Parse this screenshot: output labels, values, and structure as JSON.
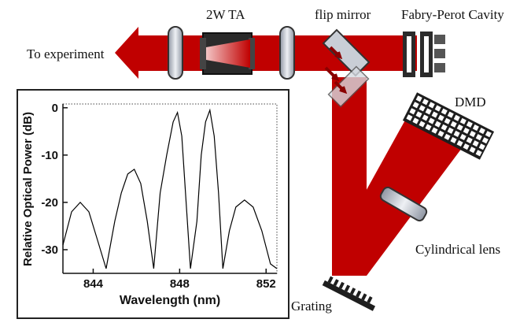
{
  "labels": {
    "ta": "2W TA",
    "flip_mirror": "flip mirror",
    "fabry_perot": "Fabry-Perot Cavity",
    "to_experiment": "To experiment",
    "dmd": "DMD",
    "cylindrical_lens": "Cylindrical lens",
    "grating": "Grating"
  },
  "colors": {
    "beam": "#c00000",
    "beam_dark": "#8a0000",
    "lens": "#c9ced6",
    "ta_body": "#2b2b2b"
  },
  "chart_data": {
    "type": "line",
    "xlabel": "Wavelength (nm)",
    "ylabel": "Relative Optical Power (dB)",
    "xlim": [
      842.6,
      852.5
    ],
    "ylim": [
      -35,
      0.8
    ],
    "xticks": [
      844,
      848,
      852
    ],
    "yticks": [
      0,
      -10,
      -20,
      -30
    ],
    "ytick_labels": [
      "0",
      "-10",
      "-20",
      "-30"
    ],
    "grid": false,
    "series": [
      {
        "x": [
          842.6,
          843.0,
          843.4,
          843.8,
          844.2,
          844.6,
          845.0,
          845.3,
          845.6,
          845.9,
          846.2,
          846.5,
          846.8,
          847.1,
          847.4,
          847.7,
          847.9,
          848.1,
          848.3,
          848.5,
          848.8,
          849.0,
          849.2,
          849.4,
          849.6,
          849.8,
          850.0,
          850.3,
          850.6,
          851.0,
          851.4,
          851.8,
          852.2,
          852.5
        ],
        "y": [
          -29,
          -22,
          -20,
          -22,
          -28,
          -34,
          -24,
          -18,
          -14,
          -13,
          -16,
          -24,
          -34,
          -18,
          -10,
          -3,
          -1,
          -6,
          -20,
          -34,
          -24,
          -10,
          -3,
          -0.5,
          -6,
          -18,
          -34,
          -26,
          -21,
          -19.5,
          -21,
          -26,
          -33,
          -34
        ]
      }
    ]
  }
}
